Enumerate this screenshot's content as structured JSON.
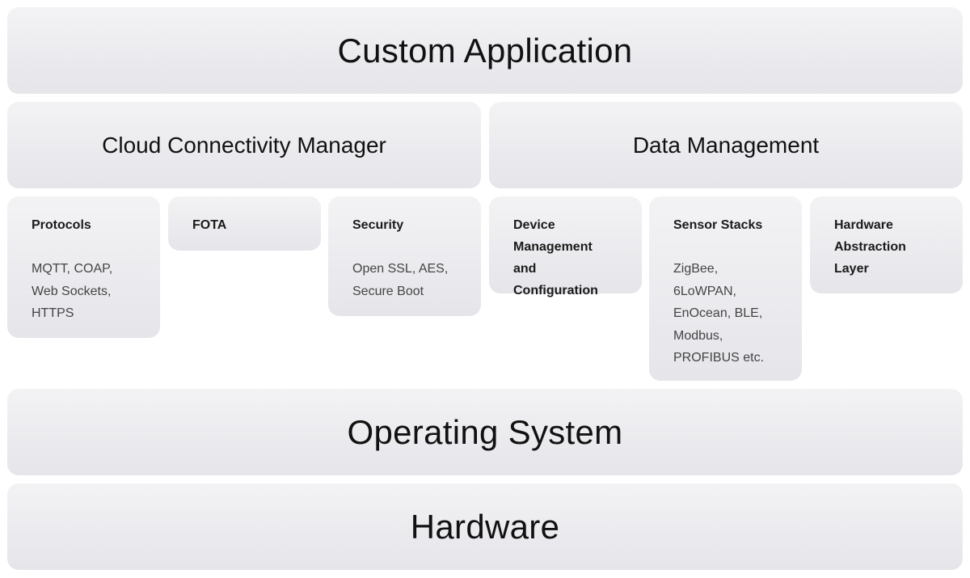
{
  "layers": {
    "custom_application": "Custom Application",
    "cloud_connectivity_manager": "Cloud Connectivity Manager",
    "data_management": "Data Management",
    "operating_system": "Operating System",
    "hardware": "Hardware"
  },
  "modules": {
    "protocols": {
      "title": [
        "Protocols"
      ],
      "body": [
        "MQTT, COAP,",
        "Web Sockets,",
        "HTTPS"
      ]
    },
    "fota": {
      "title": [
        "FOTA"
      ]
    },
    "security": {
      "title": [
        "Security"
      ],
      "body": [
        "Open SSL, AES,",
        "Secure Boot"
      ]
    },
    "device_management": {
      "title": [
        "Device",
        "Management and",
        "Configuration"
      ]
    },
    "sensor_stacks": {
      "title": [
        "Sensor Stacks"
      ],
      "body": [
        "ZigBee,",
        "6LoWPAN,",
        "EnOcean, BLE,",
        "Modbus,",
        "PROFIBUS etc."
      ]
    },
    "hal": {
      "title": [
        "Hardware",
        "Abstraction",
        "Layer"
      ]
    }
  }
}
